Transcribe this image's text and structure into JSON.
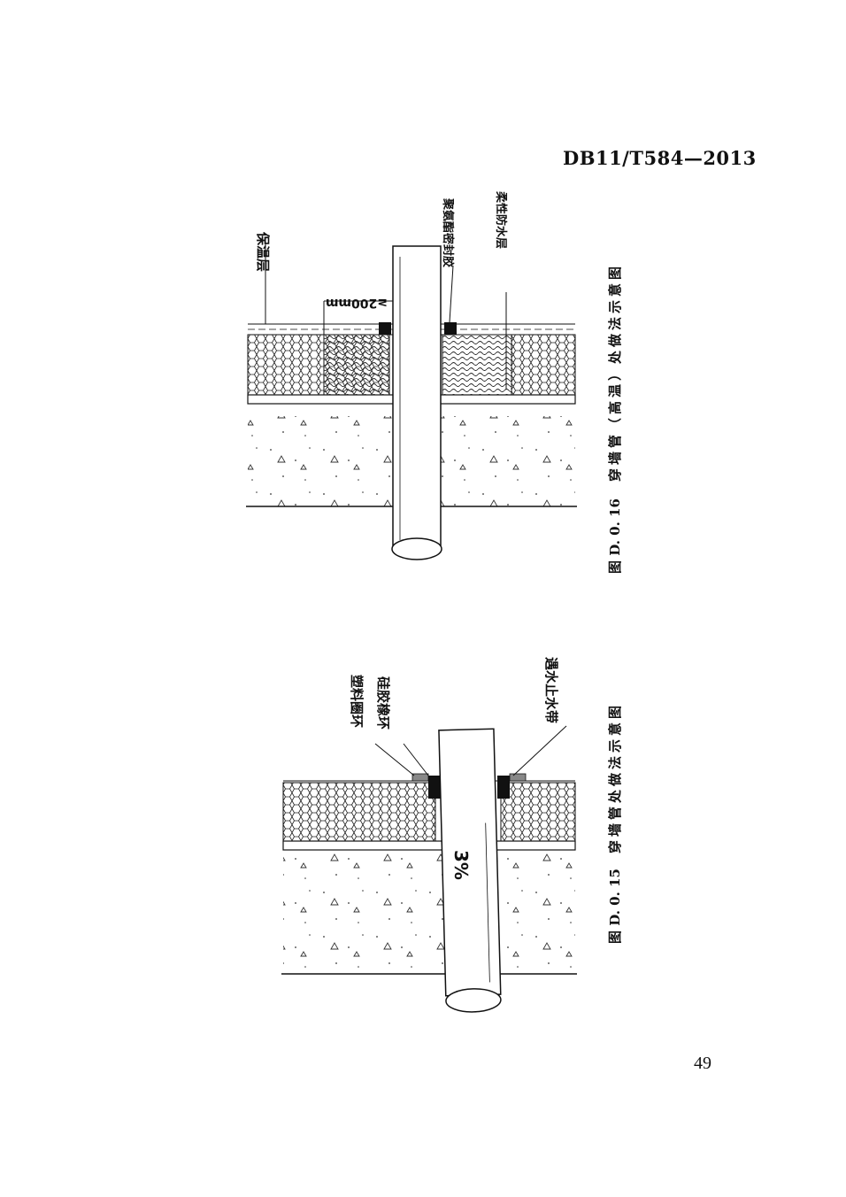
{
  "header": {
    "doc_code": "DB11/T584—2013"
  },
  "footer": {
    "page_number": "49"
  },
  "figure_top": {
    "caption_number": "图 D. 0. 16",
    "caption_title": "穿墙管（高温）处做法示意图",
    "labels": {
      "insulation": "保温层",
      "dimension": "≥200mm",
      "sealant": "聚氨酯密封胶",
      "flexible": "柔性防水层"
    }
  },
  "figure_bottom": {
    "caption_number": "图 D. 0. 15",
    "caption_title": "穿墙管处做法示意图",
    "labels": {
      "plastic_ring": "塑料圈环",
      "rubber_ring": "硅胶橡环",
      "waterstop": "遇水止水带",
      "slope": "3%"
    }
  }
}
